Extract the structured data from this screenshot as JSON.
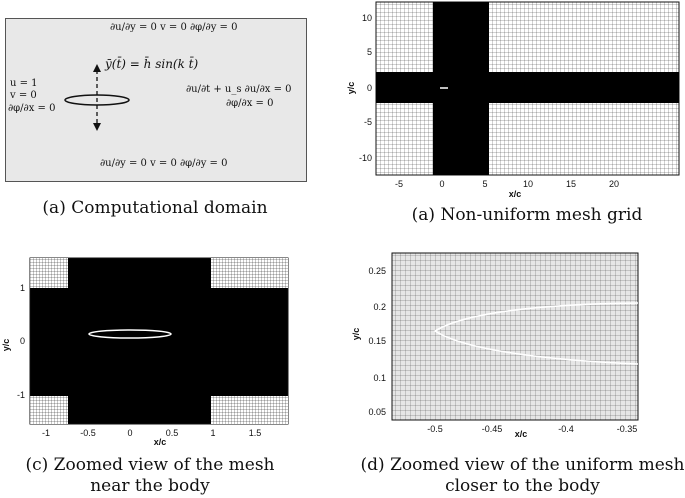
{
  "panel_a": {
    "caption": "(a) Computational domain",
    "bc_top": "∂u/∂y = 0  v = 0  ∂φ/∂y = 0",
    "bc_bottom": "∂u/∂y = 0  v = 0  ∂φ/∂y = 0",
    "bc_left": [
      "u = 1",
      "v = 0",
      "∂φ/∂x = 0"
    ],
    "bc_right": [
      "∂u/∂t + u_s ∂u/∂x = 0",
      "∂φ/∂x = 0"
    ],
    "motion_label": "ȳ(t̄) = h̄ sin(k t̄)"
  },
  "panel_b": {
    "caption": "(a) Non-uniform mesh grid",
    "xlabel": "x/c",
    "ylabel": "y/c",
    "xticks": [
      "-5",
      "0",
      "5",
      "10",
      "15",
      "20"
    ],
    "yticks": [
      "10",
      "5",
      "0",
      "-5",
      "-10"
    ]
  },
  "panel_c": {
    "caption_line1": "(c) Zoomed view of the mesh",
    "caption_line2": "near the body",
    "xlabel": "x/c",
    "ylabel": "y/c",
    "xticks": [
      "-1",
      "-0.5",
      "0",
      "0.5",
      "1",
      "1.5"
    ],
    "yticks": [
      "1",
      "0",
      "-1"
    ]
  },
  "panel_d": {
    "caption_line1": "(d) Zoomed view of the uniform mesh",
    "caption_line2": "closer to the body",
    "xlabel": "x/c",
    "ylabel": "y/c",
    "xticks": [
      "-0.5",
      "-0.45",
      "-0.4",
      "-0.35"
    ],
    "yticks": [
      "0.25",
      "0.2",
      "0.15",
      "0.1",
      "0.05"
    ]
  },
  "colors": {
    "mesh_dark": "#000000",
    "mesh_line": "#1a1a1a",
    "domain_bg": "#e8e8e8",
    "body": "#ffffff"
  }
}
